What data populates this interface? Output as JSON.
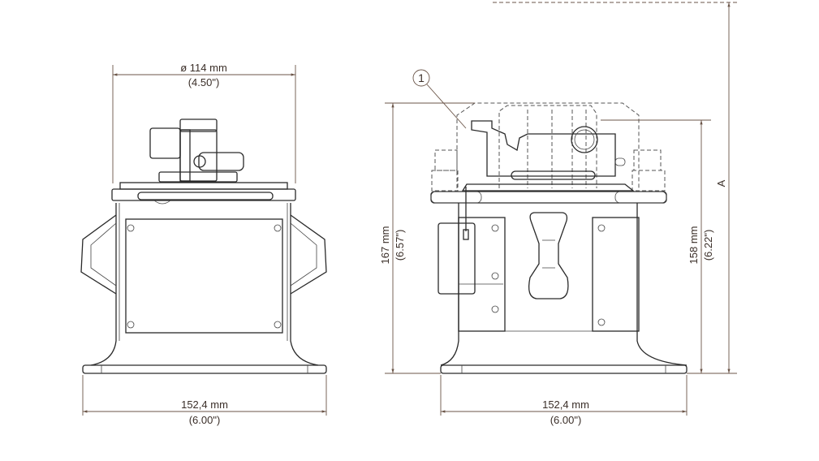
{
  "front_view": {
    "diameter_dim": {
      "metric": "ø 114 mm",
      "imperial": "(4.50\")"
    },
    "base_width_dim": {
      "metric": "152,4 mm",
      "imperial": "(6.00\")"
    }
  },
  "side_view": {
    "callout": "1",
    "height_total_dim": {
      "metric": "167 mm",
      "imperial": "(6.57\")"
    },
    "height_mount_dim": {
      "metric": "158 mm",
      "imperial": "(6.22\")"
    },
    "height_variable_dim": {
      "label": "A"
    },
    "base_width_dim": {
      "metric": "152,4 mm",
      "imperial": "(6.00\")"
    }
  },
  "colors": {
    "dimension": "#6b5548",
    "outline": "#2a2a2a"
  }
}
